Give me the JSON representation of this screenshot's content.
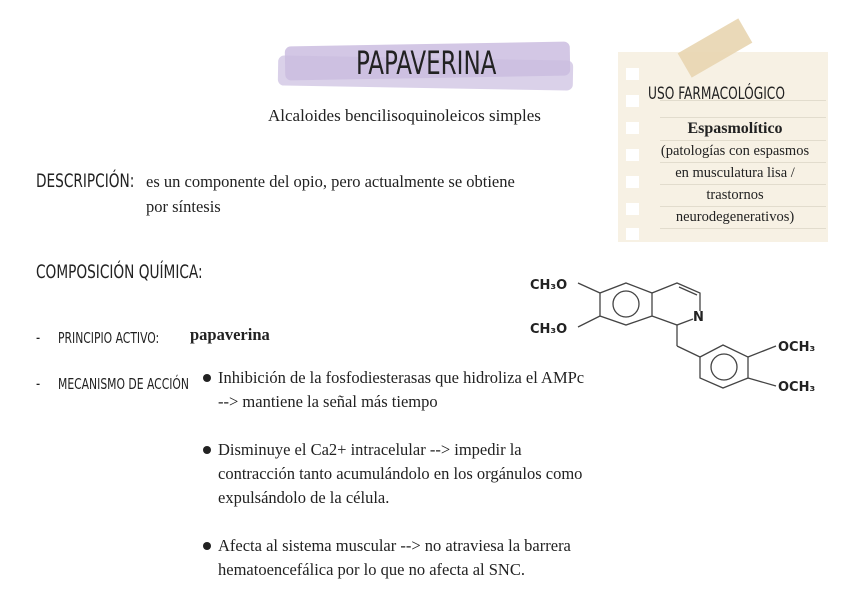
{
  "title": "PAPAVERINA",
  "subtitle": "Alcaloides bencilisoquinoleicos simples",
  "descripcion": {
    "label": "DESCRIPCIÓN:",
    "text_line1": "es un componente del opio, pero actualmente se obtiene",
    "text_line2": "por síntesis"
  },
  "composicion": {
    "label": "COMPOSICIÓN QUÍMICA:"
  },
  "principio": {
    "dash": "-",
    "label": "PRINCIPIO ACTIVO:",
    "value": "papaverina"
  },
  "mecanismo": {
    "dash": "-",
    "label": "MECANISMO DE ACCIÓN",
    "bullets": [
      [
        "Inhibición de la fosfodiesterasas que hidroliza el AMPc",
        "--> mantiene la señal más tiempo"
      ],
      [
        "Disminuye el Ca2+ intracelular --> impedir la",
        "contracción tanto acumulándolo en los orgánulos como",
        "expulsándolo de la célula."
      ],
      [
        "Afecta al sistema muscular --> no atraviesa la barrera",
        "hematoencefálica por lo que no afecta al SNC."
      ]
    ]
  },
  "uso": {
    "label": "USO FARMACOLÓGICO",
    "heading": "Espasmolítico",
    "lines": [
      "(patologías con espasmos",
      "en musculatura lisa /",
      "trastornos",
      "neurodegenerativos)"
    ]
  },
  "structure": {
    "ch3o_top": "CH₃O",
    "ch3o_bottom": "CH₃O",
    "n": "N",
    "och3_top": "OCH₃",
    "och3_bottom": "OCH₃"
  },
  "colors": {
    "highlight": "#cbbde0",
    "note": "#f7f1e4",
    "tape": "#e8d5b0"
  }
}
